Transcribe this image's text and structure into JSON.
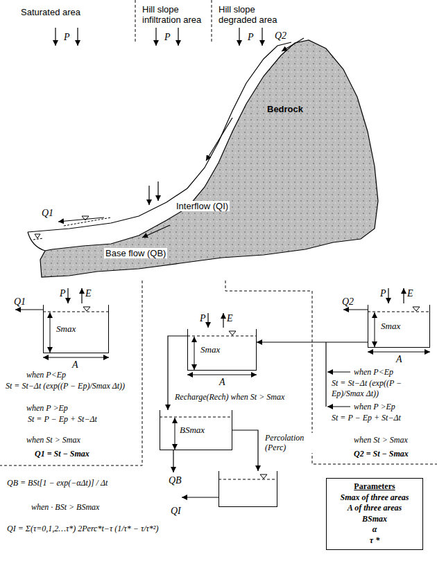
{
  "diagram": {
    "nodes": [
      {
        "text": [
          "Smax"
        ]
      },
      {
        "text": [
          "Smax"
        ]
      },
      {
        "text": [
          "Smax"
        ]
      },
      {
        "text": [
          "BSmax"
        ]
      },
      {
        "text": [
          "QI"
        ]
      },
      {
        "text": [
          "Parameters",
          "Smax of three areas",
          "A of three areas",
          "BSmax",
          "α",
          "τ *"
        ]
      }
    ],
    "edges": [
      {
        "from": 2,
        "to": 1,
        "arrow": "to"
      },
      {
        "from": 1,
        "to": 3,
        "label": "Recharge(Rech) when St > Smax",
        "arrow": "to"
      },
      {
        "from": 3,
        "to": 4,
        "label": "Percolation (Perc)",
        "arrow": "to"
      }
    ],
    "labels": [
      "Saturated area",
      "Hill slope infiltration area",
      "Hill slope degraded area",
      "P",
      "P",
      "P",
      "Q2",
      "Bedrock",
      "Interflow (QI)",
      "Q1",
      "Base flow (QB)",
      "Q1",
      "P",
      "E",
      "A",
      "when P<Ep",
      "St = St−Δt (exp((P − Ep)/Smax Δt))",
      "when P >Ep",
      "St = P − Ep + St−Δt",
      "when St > Smax",
      "Q1 = St − Smax",
      "P",
      "E",
      "A",
      "Q2",
      "P",
      "E",
      "A",
      "when P<Ep",
      "St = St−Δt (exp((P − Ep)/Smax Δt))",
      "when P >Ep",
      "St = P − Ep + St−Δt",
      "when St > Smax",
      "Q2 = St − Smax",
      "QB = BSt[1 − exp(−αΔt)] / Δt",
      "when · BSt > BSmax",
      "QI = Σ(τ=0,1,2…τ*) 2Perc*t−τ (1/τ* − τ/τ*²)",
      "QB"
    ]
  }
}
